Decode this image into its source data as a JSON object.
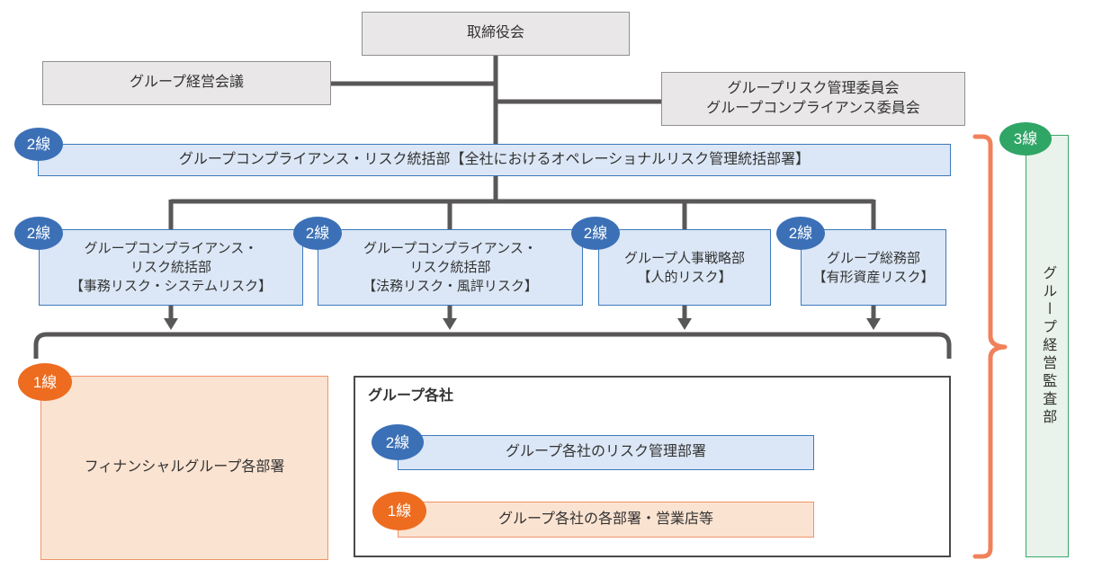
{
  "colors": {
    "line": "#595757",
    "brace_orange": "#f0815a",
    "badge_blue": "#3b70b7",
    "badge_orange": "#ed6c1f",
    "badge_green": "#2fa566",
    "box_blue_fill": "#dbe7f6",
    "box_blue_border": "#3d79bb",
    "box_orange_fill": "#fbe3d1",
    "box_orange_border": "#f09468",
    "box_gray_fill": "#e9e7e7",
    "box_green_fill": "#e9f3eb",
    "box_green_border": "#3aa766"
  },
  "nodes": {
    "board": {
      "label": "取締役会"
    },
    "management_meeting": {
      "label": "グループ経営会議"
    },
    "committees": {
      "line1": "グループリスク管理委員会",
      "line2": "グループコンプライアンス委員会"
    },
    "compliance_risk_hq": {
      "badge": "2線",
      "label": "グループコンプライアンス・リスク統括部【全社におけるオペレーショナルリスク管理統括部署】"
    },
    "dept_office_system": {
      "badge": "2線",
      "line1": "グループコンプライアンス・",
      "line2": "リスク統括部",
      "line3": "【事務リスク・システムリスク】"
    },
    "dept_legal_reputation": {
      "badge": "2線",
      "line1": "グループコンプライアンス・",
      "line2": "リスク統括部",
      "line3": "【法務リスク・風評リスク】"
    },
    "dept_hr": {
      "badge": "2線",
      "line1": "グループ人事戦略部",
      "line2": "【人的リスク】"
    },
    "dept_general_affairs": {
      "badge": "2線",
      "line1": "グループ総務部",
      "line2": "【有形資産リスク】"
    },
    "fg_departments": {
      "badge": "1線",
      "label": "フィナンシャルグループ各部署"
    },
    "group_companies": {
      "title": "グループ各社",
      "risk_mgmt_dept": {
        "badge": "2線",
        "label": "グループ各社のリスク管理部署"
      },
      "branches": {
        "badge": "1線",
        "label": "グループ各社の各部署・営業店等"
      }
    },
    "audit_dept": {
      "badge": "3線",
      "label": "グループ経営監査部"
    }
  }
}
